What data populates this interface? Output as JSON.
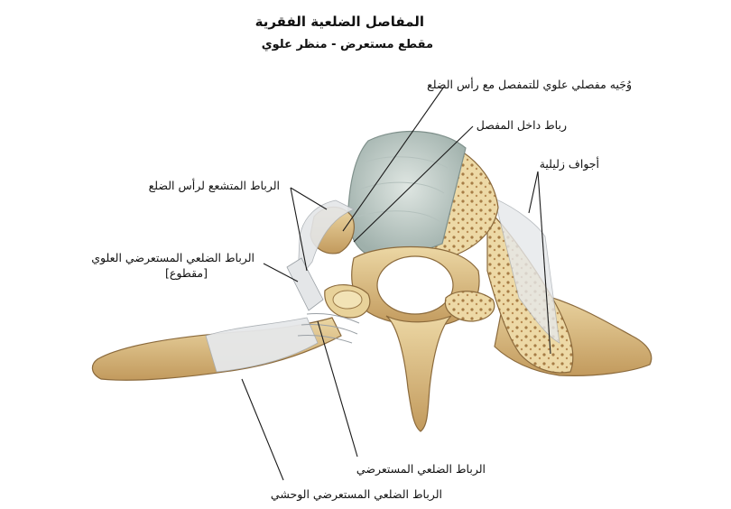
{
  "header": {
    "title": "المفاصل الضلعية الفقرية",
    "subtitle": "مقطع مستعرض - منظر علوي"
  },
  "labels": {
    "facet_rib_head": "وُجَيه مفصلي علوي للتمفصل مع رأس الضلع",
    "intra_articular_ligament": "رباط داخل المفصل",
    "synovial_cavities": "أجواف زليلية",
    "radiate_ligament": "الرباط المتشعع لرأس الضلع",
    "superior_costotransverse_ligament": "الرباط الضلعي المستعرضي العلوي",
    "superior_costotransverse_note": "[مقطوع]",
    "costotransverse_ligament": "الرباط الضلعي المستعرضي",
    "lateral_costotransverse_ligament": "الرباط الضلعي المستعرضي الوحشي"
  },
  "colors": {
    "bone": "#d9bf86",
    "bone_dark": "#b08a4f",
    "disc": "#c7d2cf",
    "ligament": "#e4e6e8",
    "cancellous": "#ecd9a6"
  }
}
